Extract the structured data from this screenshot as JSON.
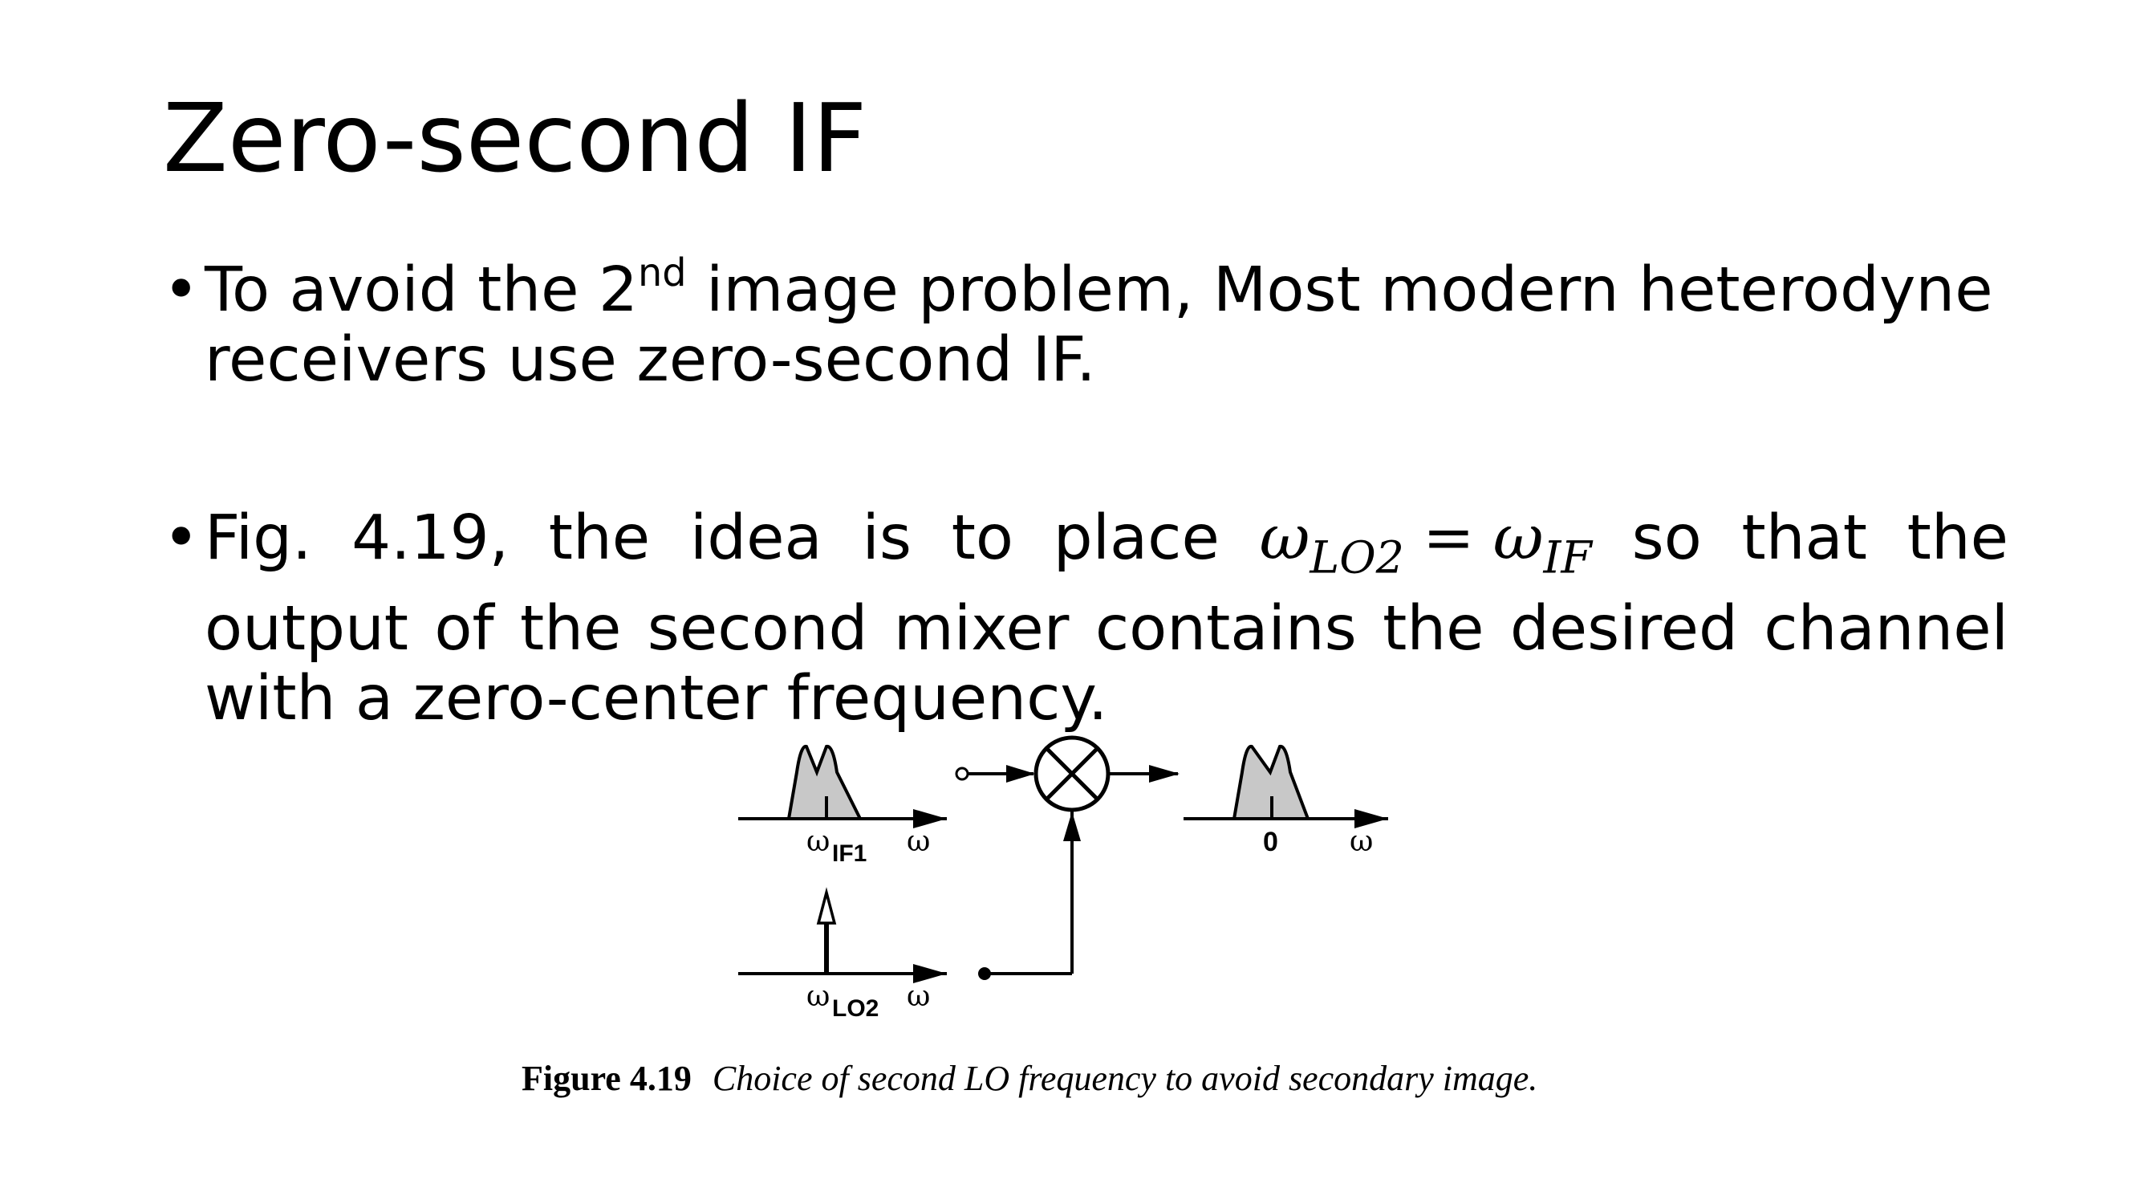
{
  "slide": {
    "title": "Zero-second IF",
    "bullets": [
      {
        "pre": "To avoid the 2",
        "sup": "nd",
        "post": " image problem, Most modern heterodyne receivers use zero-second IF."
      },
      {
        "pre": "Fig. 4.19, the idea is to place ",
        "math": {
          "lhs": "ω",
          "lhs_sub": "LO2",
          "op": "=",
          "rhs": "ω",
          "rhs_sub": "IF"
        },
        "post": " so that the output of the second mixer contains the desired channel with a zero-center frequency."
      }
    ]
  },
  "figure": {
    "labels": {
      "omega": "ω",
      "if1_omega": "ω",
      "if1_sub": "IF1",
      "lo2_omega": "ω",
      "lo2_sub": "LO2",
      "zero": "0"
    },
    "caption_number": "Figure 4.19",
    "caption_text": "Choice of second LO frequency to avoid secondary image."
  }
}
